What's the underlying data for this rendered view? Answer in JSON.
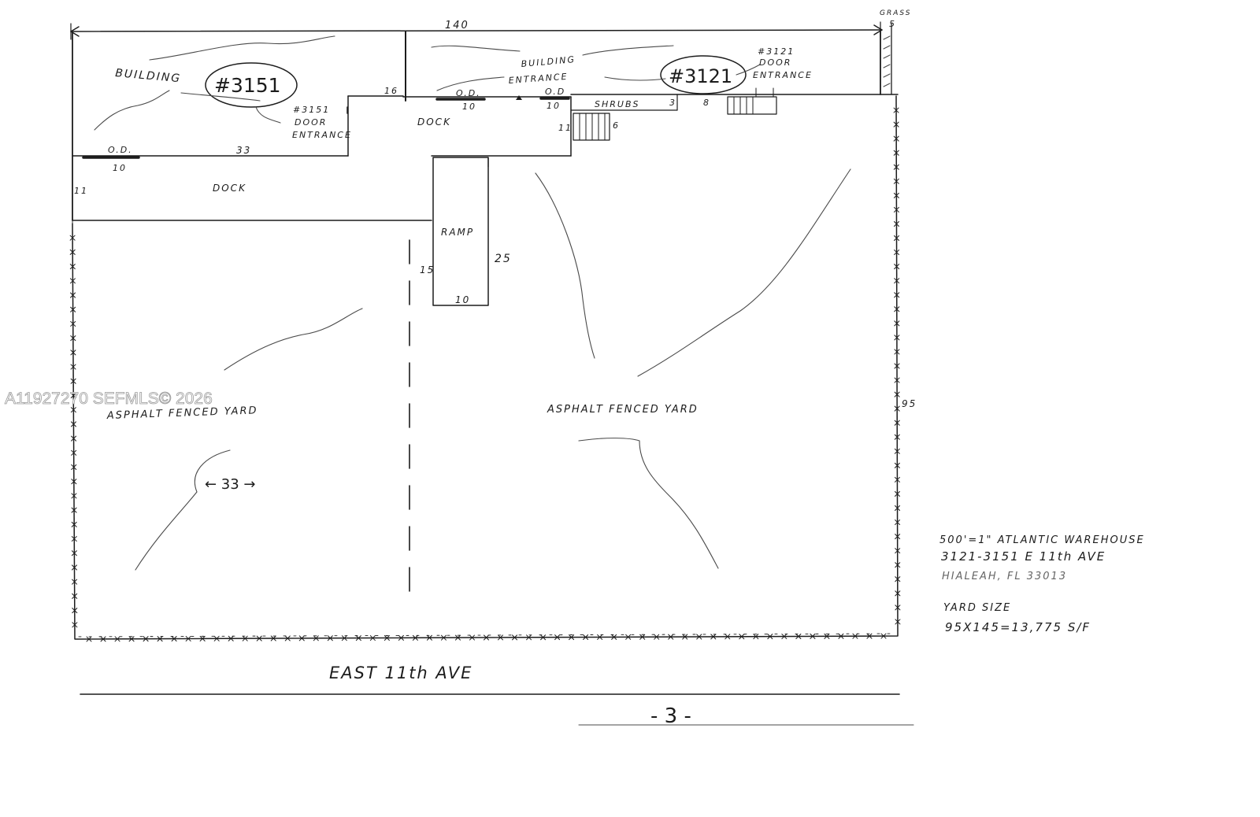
{
  "watermark": "A11927270  SEFMLS© 2026",
  "dimensions": {
    "top_width": "140",
    "grass_label": "GRASS",
    "grass_width": "5",
    "d16": "16",
    "od_a": "10",
    "od_b": "10",
    "shrubs_3": "3",
    "shrubs_8": "8",
    "d11_right": "11",
    "d6": "6",
    "d33_dock": "33",
    "od_left": "10",
    "d11_left": "11",
    "ramp_15": "15",
    "ramp_25": "25",
    "ramp_10": "10",
    "yard_95": "95",
    "arrow_33": "← 33 →"
  },
  "labels": {
    "building_left": "BUILDING",
    "unit_3151": "#3151",
    "door_3151": [
      "#3151",
      "DOOR",
      "ENTRANCE"
    ],
    "building_entrance": [
      "BUILDING",
      "ENTRANCE"
    ],
    "unit_3121": "#3121",
    "door_3121": [
      "#3121",
      "DOOR",
      "ENTRANCE"
    ],
    "od_1": "O.D.",
    "od_2": "O.D",
    "od_3": "O.D.",
    "shrubs": "SHRUBS",
    "dock_1": "DOCK",
    "dock_2": "DOCK",
    "ramp": "RAMP",
    "yard_left": "ASPHALT FENCED YARD",
    "yard_right": "ASPHALT FENCED YARD",
    "street": "EAST 11th AVE",
    "page_number": "- 3 -"
  },
  "notes": {
    "line1": "500'=1\" ATLANTIC WAREHOUSE",
    "line2": "3121-3151 E 11th AVE",
    "line3": "HIALEAH, FL 33013",
    "yard_size_label": "YARD SIZE",
    "yard_size_value": "95X145=13,775 S/F"
  }
}
